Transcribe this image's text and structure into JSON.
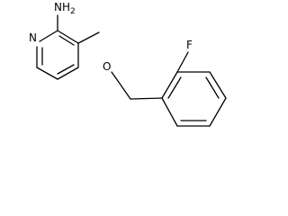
{
  "molecule": {
    "atoms": {
      "nh2": "NH2",
      "nh2_main": "NH",
      "nh2_sub": "2",
      "ring_n": "N",
      "ether_o": "O",
      "fluorine": "F"
    }
  }
}
